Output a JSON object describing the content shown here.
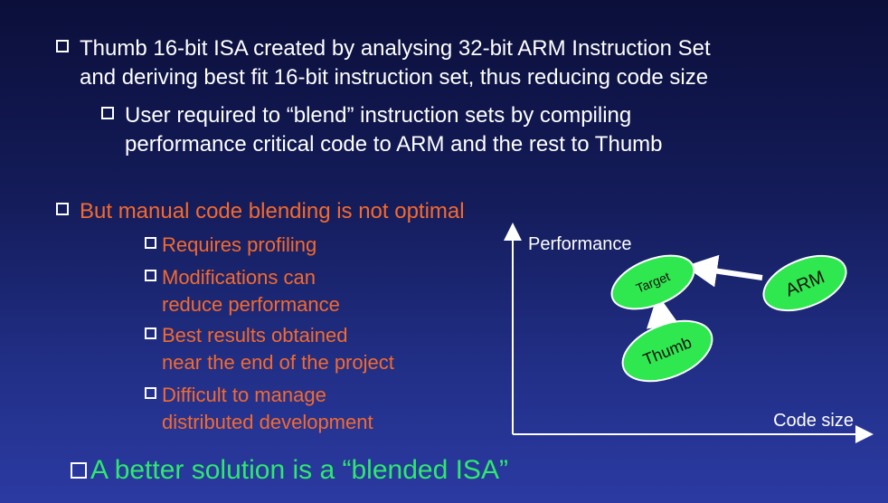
{
  "bullets": {
    "b1": {
      "line1": "Thumb 16-bit ISA created by analysing 32-bit ARM Instruction Set",
      "line2": "and deriving best fit 16-bit instruction set, thus reducing code size"
    },
    "b1_sub": {
      "line1": "User required to “blend” instruction sets by compiling",
      "line2": "performance critical code to ARM and the rest to Thumb"
    },
    "b2": {
      "line1": "But manual code blending is not optimal"
    },
    "b2_subs": [
      {
        "line1": "Requires profiling"
      },
      {
        "line1": "Modifications can",
        "line2": "reduce performance"
      },
      {
        "line1": "Best results obtained",
        "line2": "near the end of the project"
      },
      {
        "line1": "Difficult to manage",
        "line2": "distributed development"
      }
    ],
    "b3": {
      "line1": "A better solution is a “blended ISA”"
    }
  },
  "diagram": {
    "y_axis_label": "Performance",
    "x_axis_label": "Code size",
    "nodes": {
      "target": "Target",
      "arm": "ARM",
      "thumb": "Thumb"
    }
  },
  "colors": {
    "white_text": "#ffffff",
    "orange_text": "#f56a2c",
    "green_text": "#2ee86f",
    "ellipse_fill": "#2fe84f"
  }
}
